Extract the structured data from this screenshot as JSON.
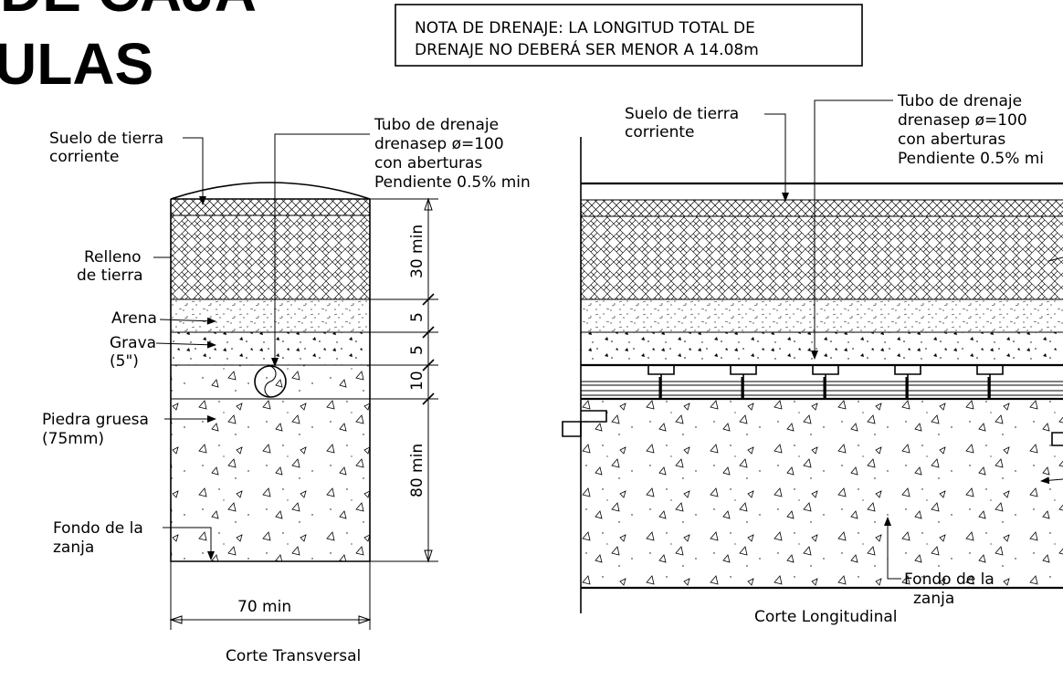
{
  "title": {
    "line1": "DE CAJA",
    "line2": "ULAS"
  },
  "note": {
    "line1": "NOTA DE DRENAJE: LA LONGITUD TOTAL DE",
    "line2": "DRENAJE NO DEBERÁ SER MENOR A 14.08m"
  },
  "transversal": {
    "caption": "Corte Transversal",
    "labels": {
      "suelo_1": "Suelo de tierra",
      "suelo_2": "corriente",
      "relleno_1": "Relleno",
      "relleno_2": "de tierra",
      "arena": "Arena",
      "grava_1": "Grava",
      "grava_2": "(5\")",
      "piedra_1": "Piedra gruesa",
      "piedra_2": "(75mm)",
      "fondo_1": "Fondo de la",
      "fondo_2": "zanja",
      "tubo_1": "Tubo de drenaje",
      "tubo_2": "drenasep ø=100",
      "tubo_3": "con aberturas",
      "tubo_4": "Pendiente 0.5% min"
    },
    "dims": {
      "d30": "30 min",
      "d5a": "5",
      "d5b": "5",
      "d10": "10",
      "d80": "80 min",
      "width": "70 min"
    }
  },
  "longitudinal": {
    "caption": "Corte Longitudinal",
    "labels": {
      "suelo_1": "Suelo de tierra",
      "suelo_2": "corriente",
      "tubo_1": "Tubo de drenaje",
      "tubo_2": "drenasep ø=100",
      "tubo_3": "con aberturas",
      "tubo_4": "Pendiente 0.5% mi",
      "fondo_1": "Fondo de la",
      "fondo_2": "zanja"
    }
  }
}
